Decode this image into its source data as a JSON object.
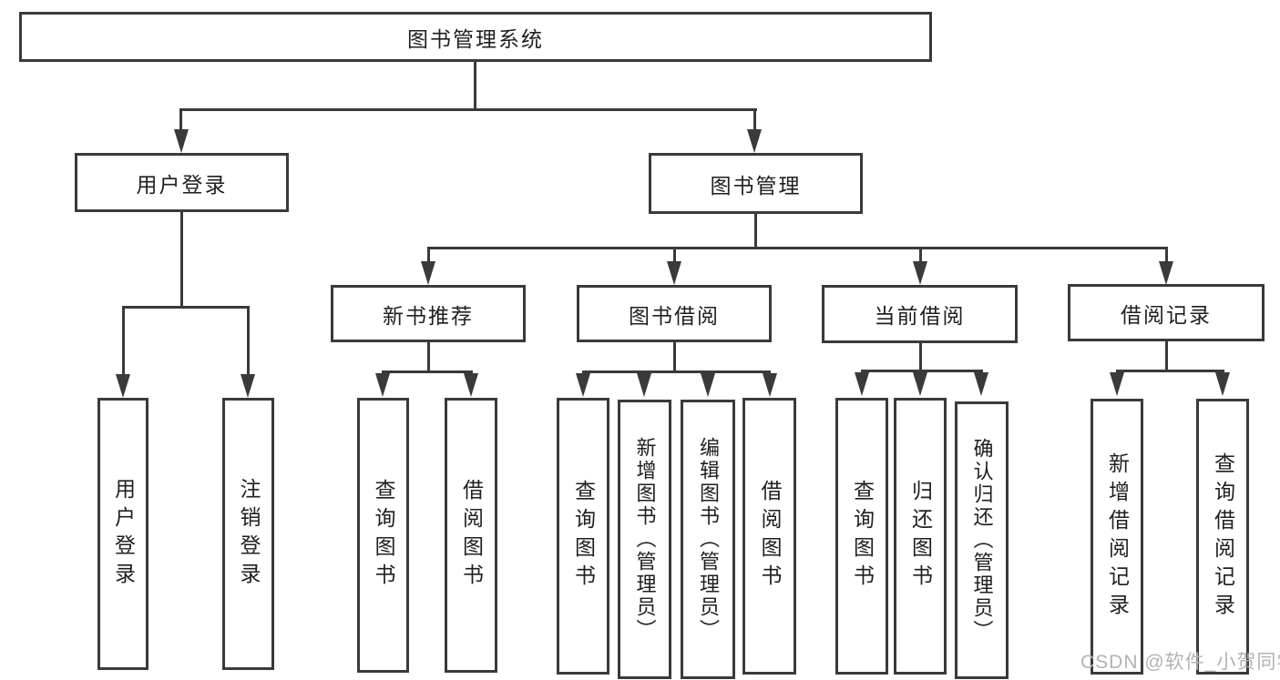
{
  "nodes": {
    "root": {
      "label": "图书管理系统"
    },
    "user_login": {
      "label": "用户登录",
      "children": [
        {
          "label": "用户登录"
        },
        {
          "label": "注销登录"
        }
      ]
    },
    "book_mgmt": {
      "label": "图书管理",
      "children": [
        {
          "label": "新书推荐",
          "children": [
            {
              "label": "查询图书"
            },
            {
              "label": "借阅图书"
            }
          ]
        },
        {
          "label": "图书借阅",
          "children": [
            {
              "label": "查询图书"
            },
            {
              "label": "新增图书（管理员）"
            },
            {
              "label": "编辑图书（管理员）"
            },
            {
              "label": "借阅图书"
            }
          ]
        },
        {
          "label": "当前借阅",
          "children": [
            {
              "label": "查询图书"
            },
            {
              "label": "归还图书"
            },
            {
              "label": "确认归还（管理员）"
            }
          ]
        },
        {
          "label": "借阅记录",
          "children": [
            {
              "label": "新增借阅记录"
            },
            {
              "label": "查询借阅记录"
            }
          ]
        }
      ]
    }
  },
  "watermark": "CSDN @软件_小贺同学",
  "colors": {
    "line": "#3a3a3a",
    "text": "#1f1f1f",
    "watermark": "#b3b3b3",
    "background": "#ffffff"
  }
}
